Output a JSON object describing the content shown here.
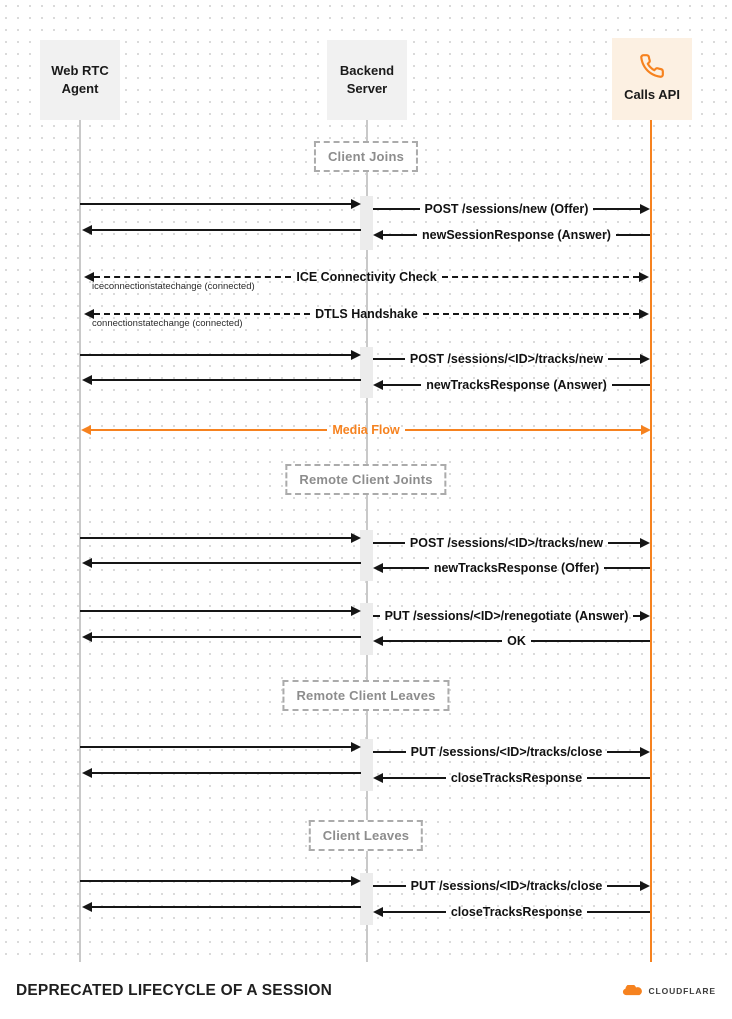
{
  "actors": [
    {
      "id": "web-rtc-agent",
      "label": "Web RTC Agent"
    },
    {
      "id": "backend-server",
      "label": "Backend Server"
    },
    {
      "id": "calls-api",
      "label": "Calls API",
      "icon": "phone-icon"
    }
  ],
  "sections": [
    {
      "label": "Client Joins"
    },
    {
      "label": "Remote Client Joints"
    },
    {
      "label": "Remote Client Leaves"
    },
    {
      "label": "Client Leaves"
    }
  ],
  "messages": [
    {
      "from": "web-rtc-agent",
      "to": "calls-api",
      "direction": "right",
      "label": "POST /sessions/new (Offer)"
    },
    {
      "from": "calls-api",
      "to": "web-rtc-agent",
      "direction": "left",
      "label": "newSessionResponse (Answer)"
    },
    {
      "from": "web-rtc-agent",
      "to": "calls-api",
      "direction": "both",
      "style": "dashed",
      "label": "ICE Connectivity Check",
      "note": "iceconnectionstatechange (connected)"
    },
    {
      "from": "web-rtc-agent",
      "to": "calls-api",
      "direction": "both",
      "style": "dashed",
      "label": "DTLS Handshake",
      "note": "connectionstatechange (connected)"
    },
    {
      "from": "web-rtc-agent",
      "to": "calls-api",
      "direction": "right",
      "label": "POST /sessions/<ID>/tracks/new"
    },
    {
      "from": "calls-api",
      "to": "web-rtc-agent",
      "direction": "left",
      "label": "newTracksResponse (Answer)"
    },
    {
      "from": "web-rtc-agent",
      "to": "calls-api",
      "direction": "both",
      "style": "solid-orange",
      "label": "Media Flow"
    },
    {
      "from": "web-rtc-agent",
      "to": "calls-api",
      "direction": "right",
      "label": "POST /sessions/<ID>/tracks/new"
    },
    {
      "from": "calls-api",
      "to": "web-rtc-agent",
      "direction": "left",
      "label": "newTracksResponse (Offer)"
    },
    {
      "from": "web-rtc-agent",
      "to": "calls-api",
      "direction": "right",
      "label": "PUT /sessions/<ID>/renegotiate (Answer)"
    },
    {
      "from": "calls-api",
      "to": "web-rtc-agent",
      "direction": "left",
      "label": "OK"
    },
    {
      "from": "web-rtc-agent",
      "to": "calls-api",
      "direction": "right",
      "label": "PUT /sessions/<ID>/tracks/close"
    },
    {
      "from": "calls-api",
      "to": "web-rtc-agent",
      "direction": "left",
      "label": "closeTracksResponse"
    },
    {
      "from": "web-rtc-agent",
      "to": "calls-api",
      "direction": "right",
      "label": "PUT /sessions/<ID>/tracks/close"
    },
    {
      "from": "calls-api",
      "to": "web-rtc-agent",
      "direction": "left",
      "label": "closeTracksResponse"
    }
  ],
  "footer": {
    "title": "DEPRECATED LIFECYCLE OF A SESSION",
    "brand": "CLOUDFLARE"
  },
  "colors": {
    "accent_orange": "#f6821f",
    "line_dark": "#161616",
    "lifeline_gray": "#c9c9c9",
    "actor_gray_bg": "#f1f1f1",
    "calls_api_bg": "#fcf0e2"
  }
}
